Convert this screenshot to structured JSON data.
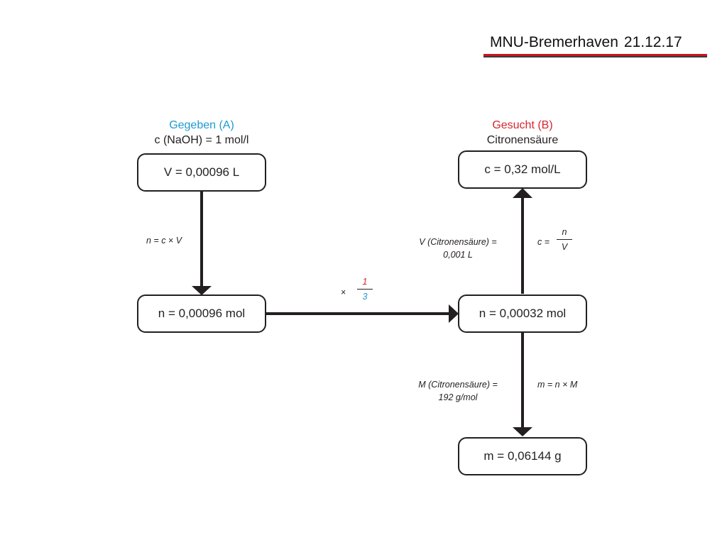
{
  "header": {
    "org": "MNU-Bremerhaven",
    "date": "21.12.17"
  },
  "colors": {
    "given": "#1f9ad1",
    "sought": "#d7262e",
    "ink": "#231f20",
    "rule": "#c8161d"
  },
  "given": {
    "label": "Gegeben (A)",
    "sub": "c (NaOH) = 1 mol/l"
  },
  "sought": {
    "label": "Gesucht (B)",
    "sub": "Citronensäure"
  },
  "nodes": {
    "volume": "V = 0,00096 L",
    "moles_a": "n = 0,00096 mol",
    "moles_b": "n = 0,00032 mol",
    "concentration": "c = 0,32 mol/L",
    "mass": "m = 0,06144 g"
  },
  "annotations": {
    "n_formula": {
      "lhs": "n = c",
      "times": "×",
      "rhs": "V"
    },
    "ratio": {
      "times": "×",
      "numerator": "1",
      "denominator": "3"
    },
    "volume_given": {
      "line1": "V (Citronensäure) =",
      "line2": "0,001 L"
    },
    "c_formula": {
      "lhs": "c =",
      "numerator": "n",
      "denominator": "V"
    },
    "molar_mass": {
      "line1": "M (Citronensäure) =",
      "line2": "192 g/mol"
    },
    "m_formula": "m = n × M"
  }
}
